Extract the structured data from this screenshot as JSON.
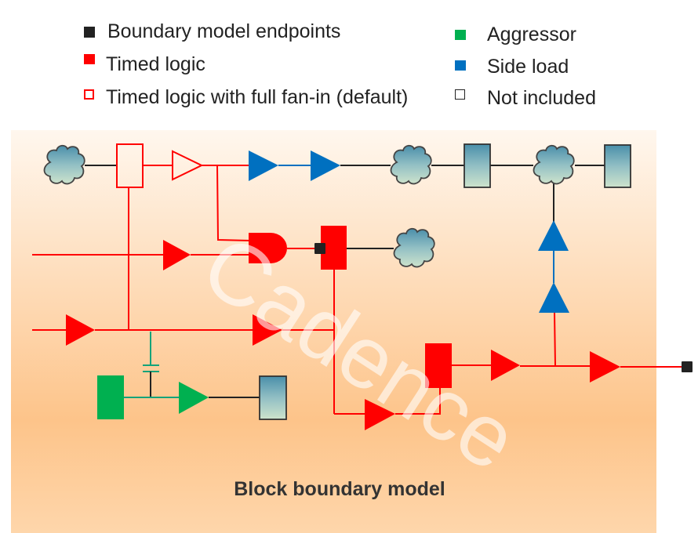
{
  "legend": {
    "left": [
      {
        "label": "Boundary model endpoints",
        "swatch": "filled",
        "color": "#222222"
      },
      {
        "label": "Timed logic",
        "swatch": "filled",
        "color": "#ff0000"
      },
      {
        "label": "Timed logic with full fan-in (default)",
        "swatch": "outline",
        "color": "#ff0000"
      }
    ],
    "right": [
      {
        "label": "Aggressor",
        "swatch": "filled",
        "color": "#00b050"
      },
      {
        "label": "Side load",
        "swatch": "filled",
        "color": "#0070c0"
      },
      {
        "label": "Not included",
        "swatch": "outline",
        "color": "#222222"
      }
    ]
  },
  "block": {
    "title": "Block boundary model",
    "watermark": "Cadence"
  },
  "colors": {
    "timed": "#ff0000",
    "side_load": "#0070c0",
    "aggressor": "#00b050",
    "endpoint": "#222222",
    "coupling": "#13a37a",
    "wire_excluded": "#222222",
    "background_top": "#fff7ee",
    "background_bottom": "#fdc48a"
  }
}
